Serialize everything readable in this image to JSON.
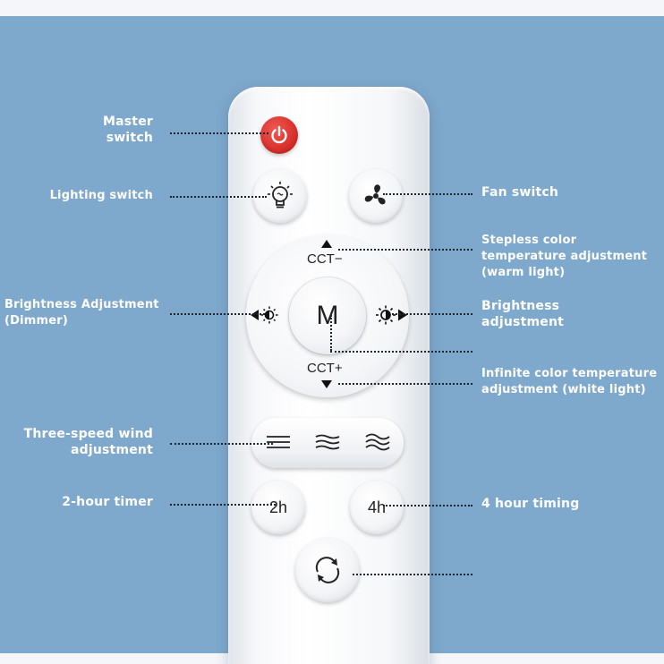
{
  "labels": {
    "master_switch": "Master switch",
    "lighting_switch": "Lighting switch",
    "fan_switch": "Fan switch",
    "cct_warm": "Stepless color temperature adjustment (warm light)",
    "brightness_dimmer": "Brightness Adjustment (Dimmer)",
    "brightness_up": "Brightness adjustment",
    "cct_white": "Infinite color temperature adjustment (white light)",
    "wind_speed": "Three-speed wind adjustment",
    "timer_2h": "2-hour timer",
    "timer_4h": "4 hour timing"
  },
  "remote": {
    "center_button": "M",
    "cct_minus": "CCT−",
    "cct_plus": "CCT+",
    "timer_2h_button": "2h",
    "timer_4h_button": "4h"
  },
  "colors": {
    "background": "#7ea8cc",
    "power_button": "#d8302b",
    "label_text": "#ffffff"
  },
  "icons": {
    "power": "power-icon",
    "light": "light-bulb-icon",
    "fan": "fan-icon",
    "dim_down": "brightness-down-icon",
    "dim_up": "brightness-up-icon",
    "wind_low": "wind-low-icon",
    "wind_mid": "wind-mid-icon",
    "wind_high": "wind-high-icon",
    "cycle": "cycle-icon"
  }
}
